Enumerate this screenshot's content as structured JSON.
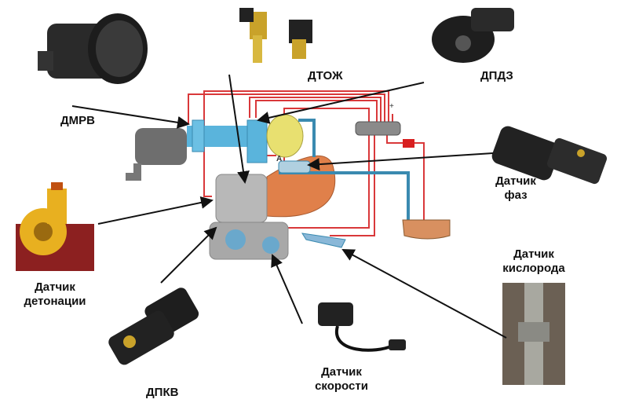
{
  "labels": {
    "dmrv": "ДМРВ",
    "dtozh": "ДТОЖ",
    "dpdz": "ДПДЗ",
    "phase": [
      "Датчик",
      "фаз"
    ],
    "knock": [
      "Датчик",
      "детонации"
    ],
    "oxygen": [
      "Датчик",
      "кислорода"
    ],
    "dpkv": "ДПКВ",
    "speed": [
      "Датчик",
      "скорости"
    ]
  },
  "diagram_marks": {
    "point_a": "A",
    "plus": "+"
  },
  "colors": {
    "wire": "#d9383a",
    "air": "#5ab4dc",
    "manifold": "#e0804a",
    "receiver": "#e8e070",
    "engine": "#b8b8b8"
  }
}
